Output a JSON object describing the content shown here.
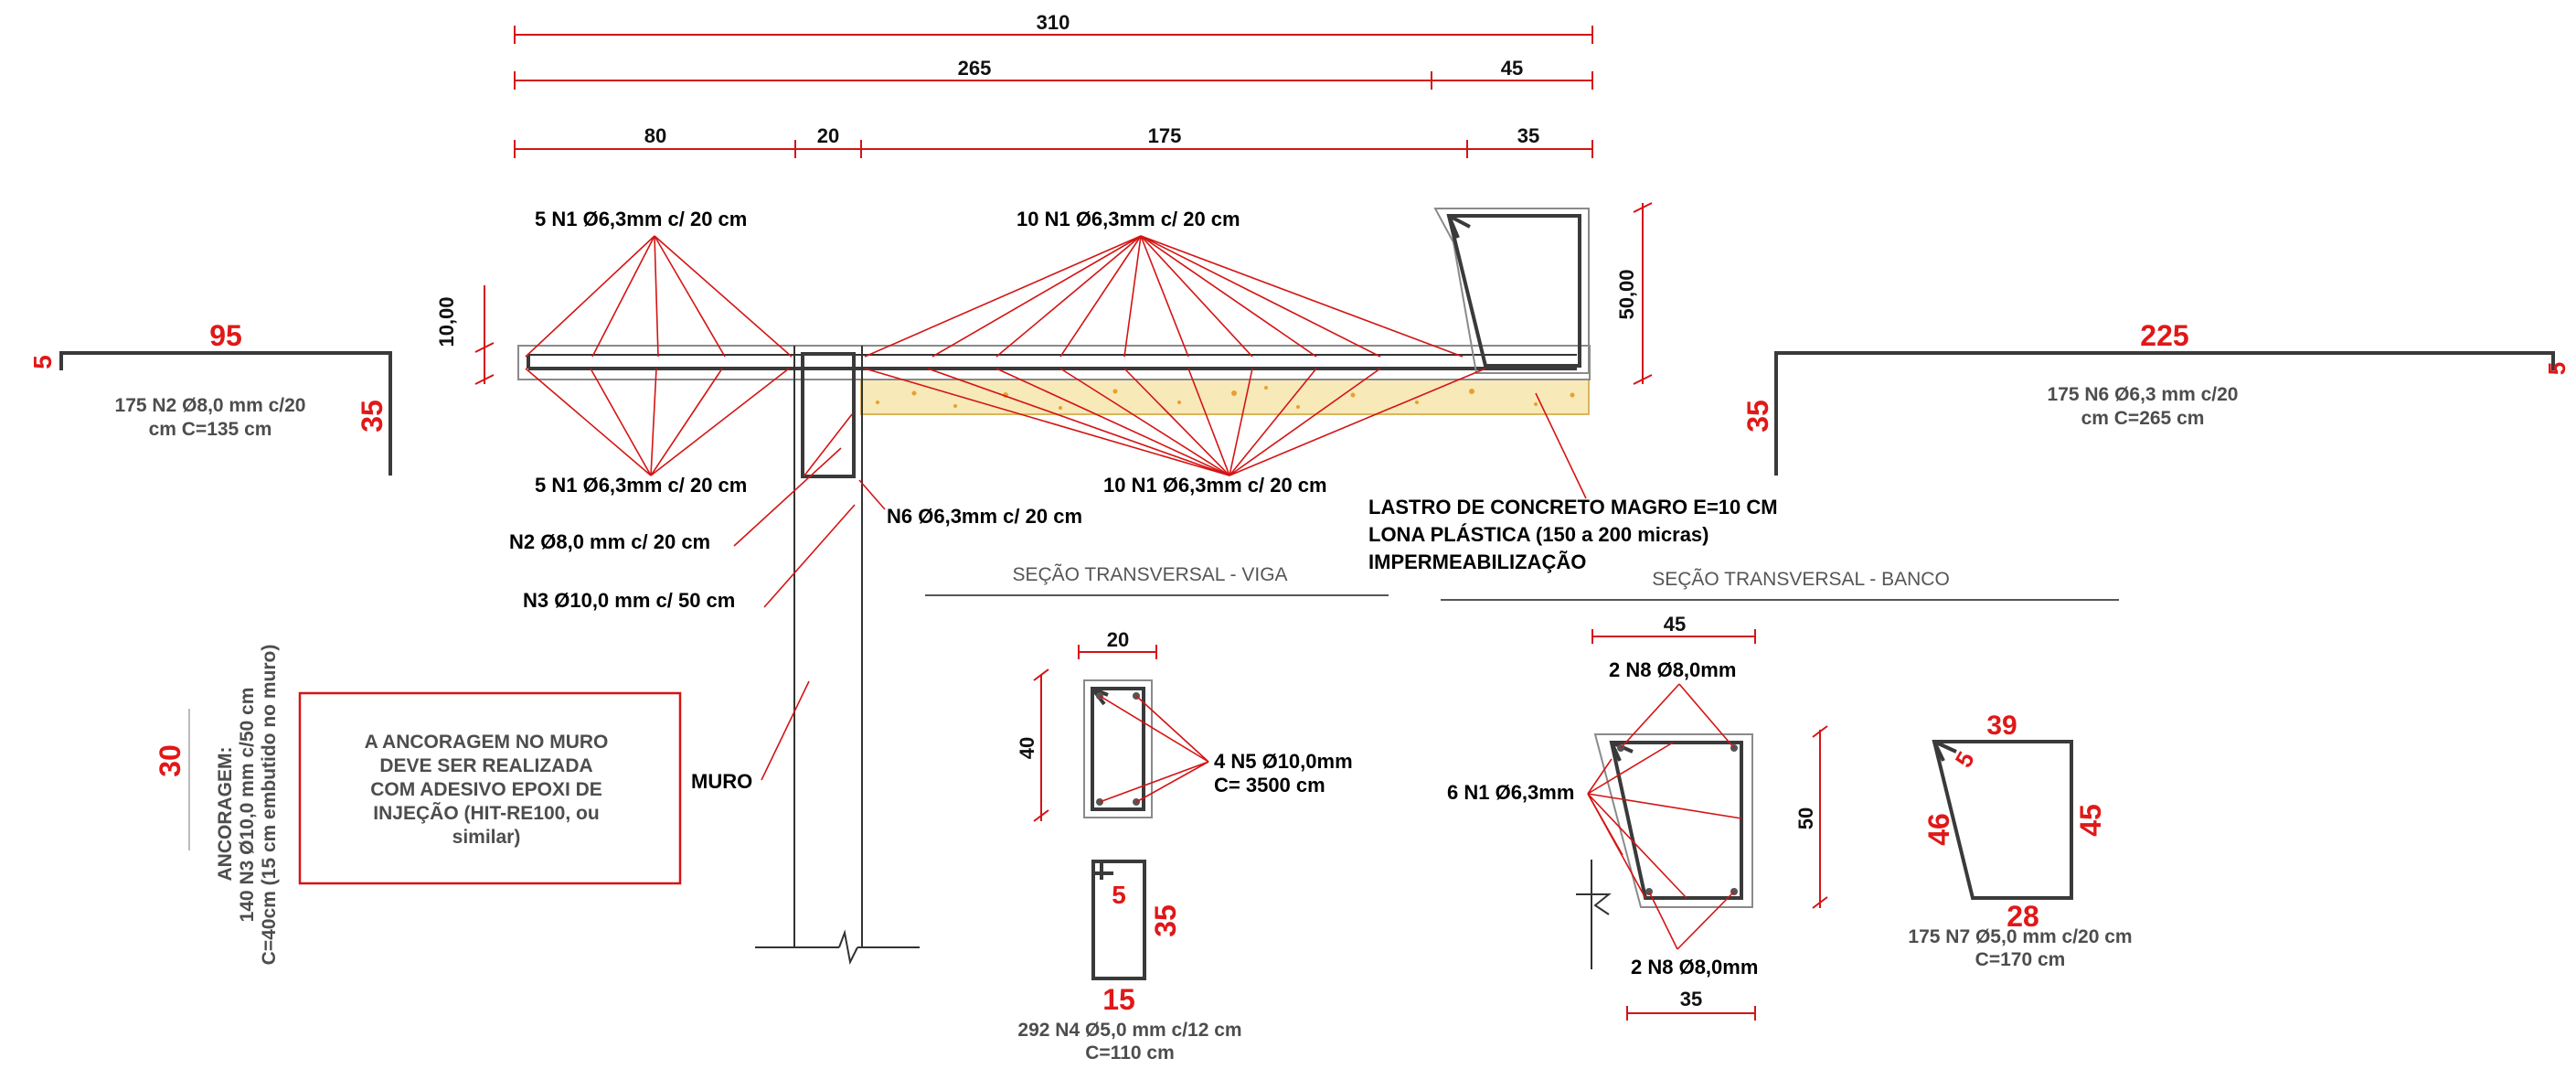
{
  "dimensions": {
    "total": "310",
    "main": "265",
    "bench_width": "45",
    "slab_left": "80",
    "wall": "20",
    "slab_right": "175",
    "bench_top": "35",
    "slab_thickness": "10,00",
    "bench_height": "50,00"
  },
  "rebar_callouts": {
    "n1_left_top": "5 N1 Ø6,3mm c/ 20 cm",
    "n1_center_top": "10 N1 Ø6,3mm c/ 20 cm",
    "n1_left_bottom": "5 N1 Ø6,3mm c/ 20 cm",
    "n1_right_bottom": "10 N1 Ø6,3mm c/ 20 cm",
    "n6": "N6 Ø6,3mm c/ 20 cm",
    "n2": "N2 Ø8,0 mm c/ 20 cm",
    "n3": "N3 Ø10,0 mm c/ 50 cm",
    "wall_label": "MURO"
  },
  "layers_note": {
    "line1": "LASTRO DE CONCRETO MAGRO E=10 CM",
    "line2": "LONA PLÁSTICA (150 a 200 micras)",
    "line3": "IMPERMEABILIZAÇÃO"
  },
  "bar_n2": {
    "length": "95",
    "leg_left": "5",
    "leg_right": "35",
    "desc1": "175 N2 Ø8,0 mm c/20",
    "desc2": "cm C=135 cm"
  },
  "bar_n6": {
    "length": "225",
    "leg_left": "35",
    "leg_right": "5",
    "desc1": "175 N6 Ø6,3 mm c/20",
    "desc2": "cm C=265 cm"
  },
  "anchorage": {
    "length": "30",
    "desc1": "ANCORAGEM:",
    "desc2": "140 N3 Ø10,0 mm c/50 cm",
    "desc3": "C=40cm (15 cm embutido no muro)",
    "note1": "A ANCORAGEM NO MURO",
    "note2": "DEVE SER REALIZADA",
    "note3": "COM ADESIVO EPOXI DE",
    "note4": "INJEÇÃO (HIT-RE100, ou",
    "note5": "similar)"
  },
  "section_beam": {
    "title": "SEÇÃO TRANSVERSAL - VIGA",
    "width": "20",
    "height": "40",
    "n5_line1": "4 N5 Ø10,0mm",
    "n5_line2": "C= 3500 cm",
    "stirrup_hook": "5",
    "stirrup_height": "35",
    "stirrup_width": "15",
    "stirrup_desc1": "292 N4 Ø5,0 mm c/12 cm",
    "stirrup_desc2": "C=110 cm"
  },
  "section_bench": {
    "title": "SEÇÃO TRANSVERSAL - BANCO",
    "top_width": "45",
    "n8_top": "2 N8 Ø8,0mm",
    "n1": "6 N1 Ø6,3mm",
    "height": "50",
    "n8_bottom": "2 N8 Ø8,0mm",
    "bottom_width": "35",
    "n7_top": "39",
    "n7_hook": "5",
    "n7_left": "46",
    "n7_right": "45",
    "n7_bottom": "28",
    "n7_desc1": "175 N7 Ø5,0 mm c/20 cm",
    "n7_desc2": "C=170 cm"
  },
  "colors": {
    "dimension_red": "#d41414",
    "rebar_gray": "#3a3a3a",
    "gravel_fill": "#f7e9b8",
    "gravel_stroke": "#d9b65a"
  }
}
